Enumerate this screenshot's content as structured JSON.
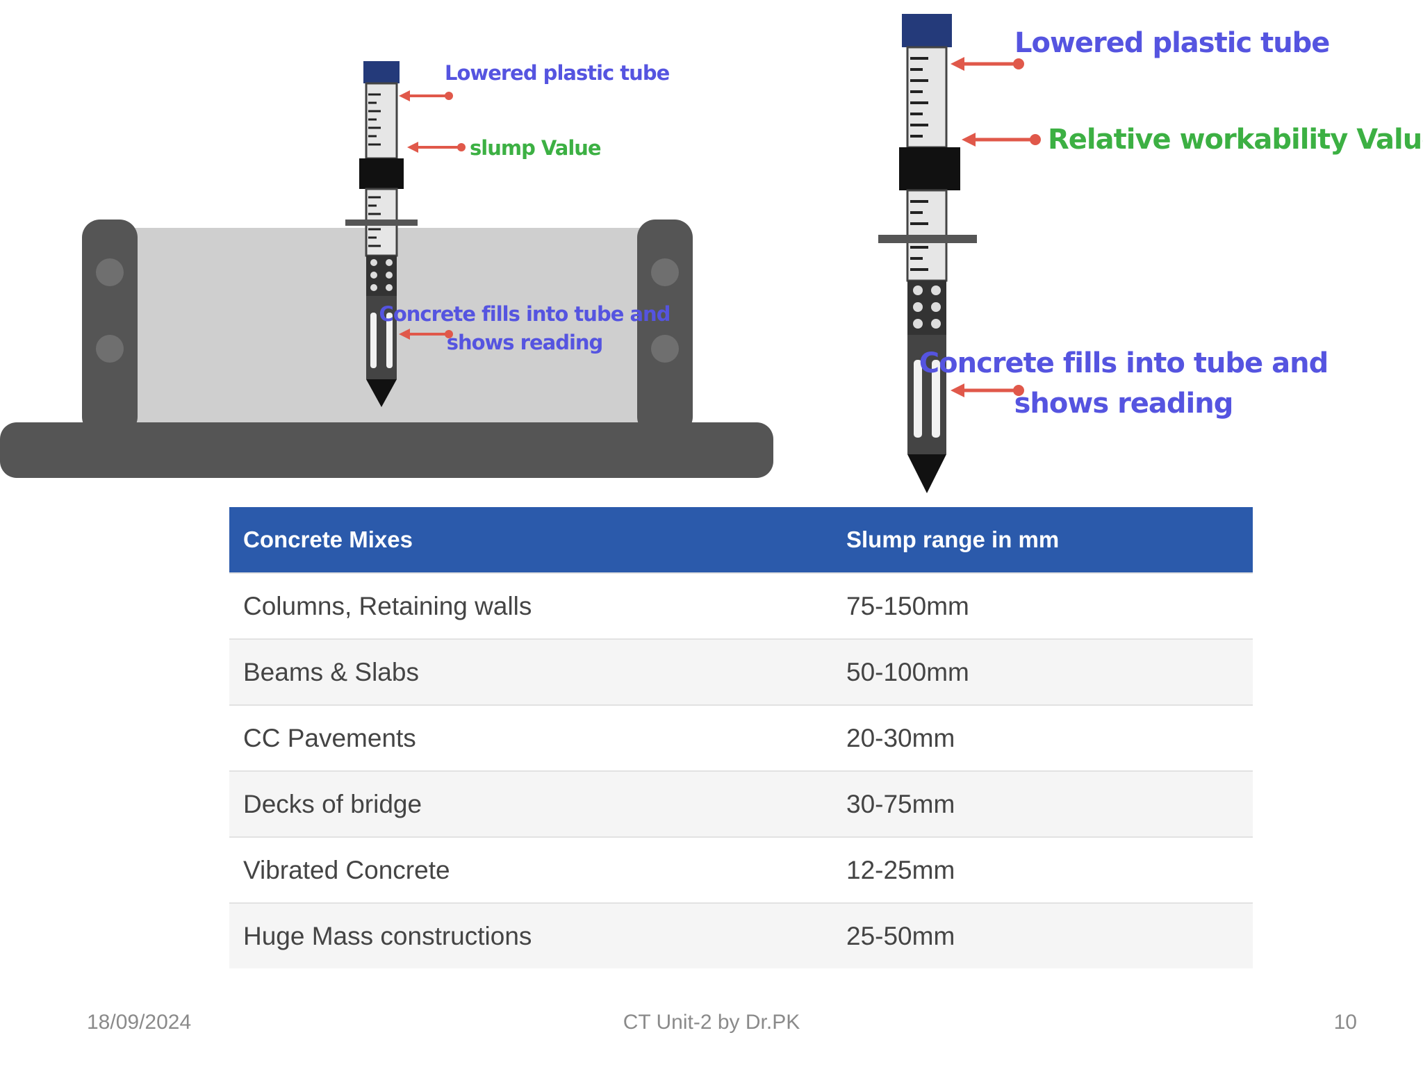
{
  "left_diagram": {
    "label_tube": "Lowered plastic tube",
    "label_slump": "slump Value",
    "label_fill_1": "Concrete fills into tube and",
    "label_fill_2": "shows reading"
  },
  "right_diagram": {
    "label_tube": "Lowered plastic tube",
    "label_value": "Relative workability Value",
    "label_fill_1": "Concrete fills into tube and",
    "label_fill_2": "shows reading"
  },
  "table": {
    "headers": [
      "Concrete Mixes",
      "Slump range in mm"
    ],
    "rows": [
      {
        "mix": "Columns, Retaining walls",
        "range": "75-150mm"
      },
      {
        "mix": "Beams & Slabs",
        "range": "50-100mm"
      },
      {
        "mix": "CC Pavements",
        "range": "20-30mm"
      },
      {
        "mix": "Decks of bridge",
        "range": "30-75mm"
      },
      {
        "mix": "Vibrated Concrete",
        "range": "12-25mm"
      },
      {
        "mix": "Huge Mass constructions",
        "range": "25-50mm"
      }
    ]
  },
  "colors": {
    "header_bg": "#2b5aab",
    "label_blue": "#5554e0",
    "label_green": "#3cb043",
    "arrow_red": "#e0584a"
  },
  "footer": {
    "date": "18/09/2024",
    "title": "CT Unit-2 by Dr.PK",
    "page": "10"
  }
}
